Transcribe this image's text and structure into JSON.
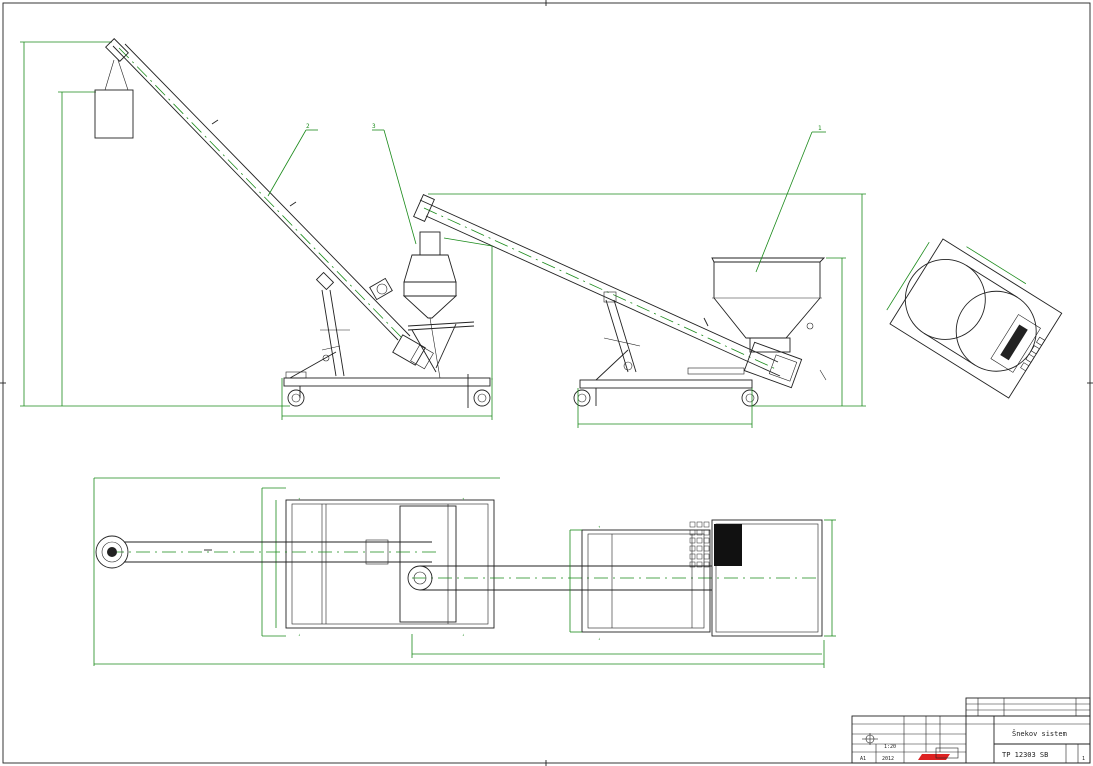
{
  "title_block": {
    "drawing_title": "Šnekov sistem",
    "drawing_number": "TP 12303 SB",
    "format": "A1",
    "year": "2012",
    "scale": "1:20",
    "sheet": "1",
    "company_logo": "logo"
  },
  "callouts": [
    {
      "number": "1"
    },
    {
      "number": "2"
    },
    {
      "number": "3"
    }
  ],
  "colors": {
    "linework": "#222222",
    "dimensions": "#1a8a1a",
    "fill": "#111111"
  },
  "views": [
    "side-elevation",
    "plan-view",
    "detail-view"
  ]
}
